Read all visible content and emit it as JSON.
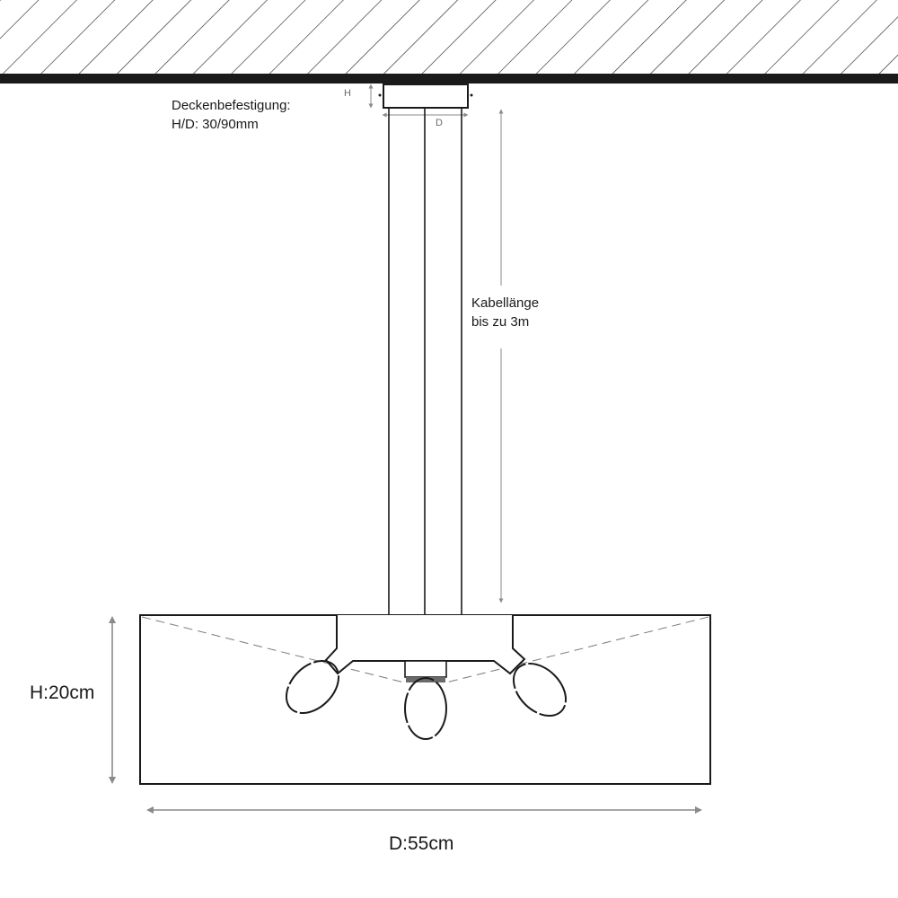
{
  "mount": {
    "title": "Deckenbefestigung:",
    "dims": "H/D: 30/90mm",
    "h_marker": "H",
    "d_marker": "D"
  },
  "cable": {
    "line1": "Kabellänge",
    "line2": "bis zu 3m"
  },
  "shade": {
    "height_label": "H:20cm",
    "diameter_label": "D:55cm"
  },
  "colors": {
    "line": "#1a1a1a",
    "dimension": "#8a8a8a",
    "socket_band": "#6a6a6a"
  }
}
